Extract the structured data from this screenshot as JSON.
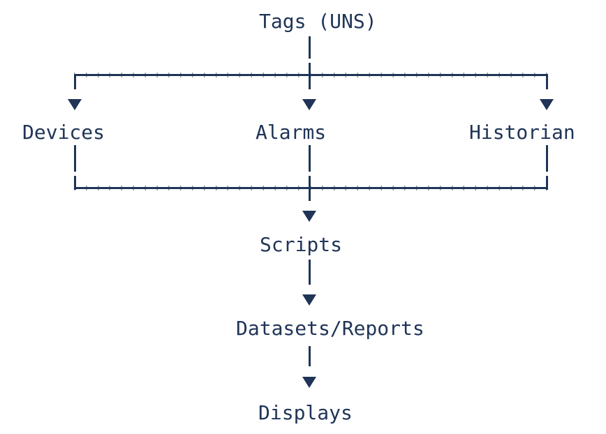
{
  "colors": {
    "ink": "#1f3456",
    "background": "#ffffff"
  },
  "nodes": {
    "tags": "Tags (UNS)",
    "devices": "Devices",
    "alarms": "Alarms",
    "historian": "Historian",
    "scripts": "Scripts",
    "datasets": "Datasets/Reports",
    "displays": "Displays"
  },
  "structure": {
    "root": "Tags (UNS)",
    "fanout": [
      "Devices",
      "Alarms",
      "Historian"
    ],
    "chain_after_merge": [
      "Scripts",
      "Datasets/Reports",
      "Displays"
    ]
  }
}
